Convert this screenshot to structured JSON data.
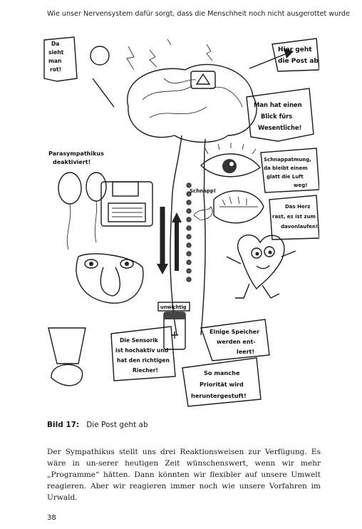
{
  "header": {
    "running_title": "Wie unser Nervensystem dafür sorgt, dass die Menschheit noch nicht ausgerottet wurde"
  },
  "figure": {
    "bubbles": {
      "da_sieht_man_rot": [
        "Da",
        "sieht",
        "man",
        "rot!"
      ],
      "hier_geht_die_post_ab": [
        "Hier geht",
        "die Post ab!"
      ],
      "man_hat_einen_blick": [
        "Man hat einen",
        "Blick fürs",
        "Wesentliche!"
      ],
      "parasympathikus": [
        "Parasympathikus",
        "deaktiviert!"
      ],
      "schnappatmung": [
        "Schnappatmung,",
        "da bleibt einem",
        "glatt die Luft",
        "weg!"
      ],
      "schnapp": "Schnapp!",
      "das_herz_rast": [
        "Das Herz",
        "rast, es ist zum",
        "davonlaufen!"
      ],
      "unwichtig": "unwichtig",
      "einige_speicher": [
        "Einige Speicher",
        "werden ent-",
        "leert!"
      ],
      "die_sensorik": [
        "Die Sensorik",
        "ist hochaktiv und",
        "hat den richtigen",
        "Riecher!"
      ],
      "so_manche_prioritaet": [
        "So manche",
        "Priorität wird",
        "heruntergestuft!"
      ]
    }
  },
  "caption": {
    "label": "Bild 17",
    "separator": ":",
    "text": "Die Post geht ab"
  },
  "body": {
    "paragraph": "Der Sympathikus stellt uns drei Reaktionsweisen zur Verfügung. Es wäre in un-serer heutigen Zeit wünschenswert, wenn wir mehr „Programme“ hätten. Dann könnten wir flexibler auf unsere Umwelt reagieren. Aber wir reagieren immer noch wie unsere Vorfahren im Urwald."
  },
  "footer": {
    "page_number": "38"
  }
}
